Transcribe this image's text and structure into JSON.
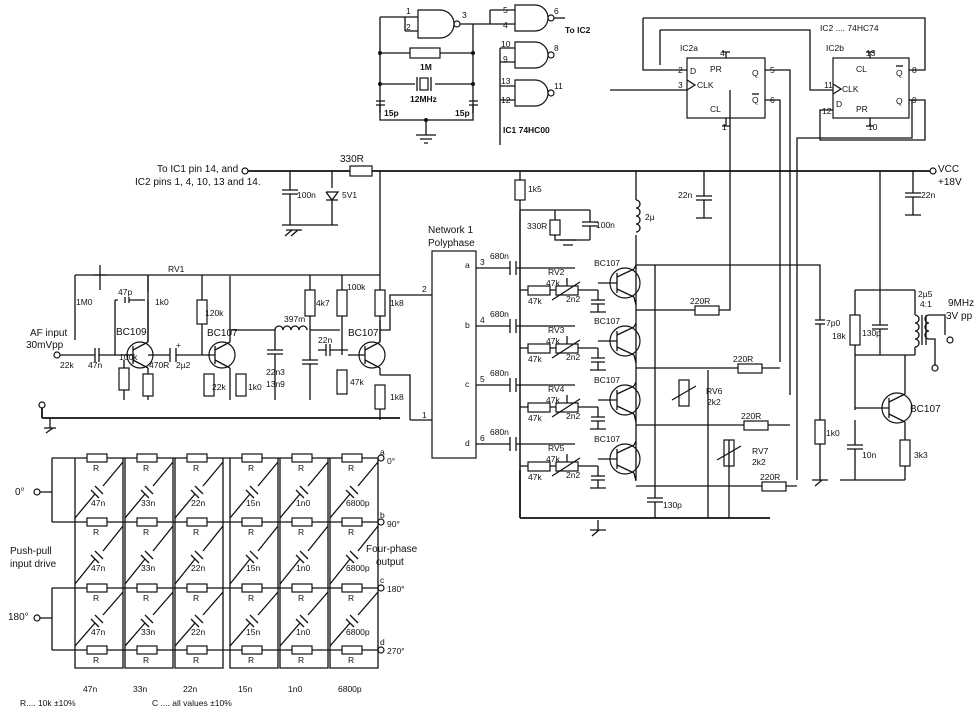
{
  "osc": {
    "ic1_label": "IC1 74HC00",
    "pin1": "1",
    "pin2": "2",
    "pin3": "3",
    "pin4": "4",
    "pin5": "5",
    "pin6": "6",
    "pin8": "8",
    "pin9": "9",
    "pin10": "10",
    "pin11": "11",
    "pin12": "12",
    "pin13": "13",
    "to_ic2": "To IC2",
    "r_fb": "1M",
    "xtal": "12MHz",
    "c1": "15p",
    "c2": "15p"
  },
  "divider": {
    "title": "IC2 .... 74HC74",
    "ic2a": "IC2a",
    "ic2b": "IC2b",
    "pr": "PR",
    "clk": "CLK",
    "cl": "CL",
    "d": "D",
    "q": "Q",
    "qbar": "Q",
    "a_pin2": "2",
    "a_pin3": "3",
    "a_pin4": "4",
    "a_pin1": "1",
    "a_pin5": "5",
    "a_pin6": "6",
    "b_pin13": "13",
    "b_pin11": "11",
    "b_pin12": "12",
    "b_pin10": "10",
    "b_pin8": "8",
    "b_pin9": "9"
  },
  "supply": {
    "note_line1": "To IC1 pin 14, and",
    "note_line2": "IC2 pins 1, 4, 10, 13 and 14.",
    "r_series": "330R",
    "c_dec": "100n",
    "zener": "5V1",
    "vcc": "VCC",
    "vcc_value": "+18V",
    "c_right": "22n",
    "c_mid": "22n",
    "r_1k5": "1k5",
    "r_330": "330R",
    "c_100n": "100n",
    "l_2u5": "2µ"
  },
  "af": {
    "input_label": "AF input",
    "input_level": "30mVpp",
    "r22k_in": "22k",
    "c47n_in": "47n",
    "q1": "BC109",
    "pot1": "1M0",
    "c47p": "47p",
    "rv1": "RV1",
    "r1k0_a": "1k0",
    "r100k_a": "100k",
    "r470": "470R",
    "c2u2": "2µ2",
    "plus": "+",
    "q2": "BC107",
    "r120k": "120k",
    "r22k_b": "22k",
    "r1k0_b": "1k0",
    "l397": "397m",
    "c22n3": "22n3",
    "c13n9": "13n9",
    "r4k7": "4k7",
    "r100k_b": "100k",
    "c22n": "22n",
    "q3": "BC107",
    "r47k": "47k",
    "r1k8_a": "1k8",
    "r1k8_b": "1k8",
    "node2": "2",
    "node1": "1"
  },
  "network_box": {
    "title_line1": "Network 1",
    "title_line2": "Polyphase",
    "port_a": "a",
    "port_b": "b",
    "port_c": "c",
    "port_d": "d"
  },
  "phases": [
    {
      "pin": "3",
      "cap": "680n",
      "rv": "RV2",
      "r": "47k",
      "rp": "47k",
      "c": "2n2",
      "q": "BC107"
    },
    {
      "pin": "4",
      "cap": "680n",
      "rv": "RV3",
      "r": "47k",
      "rp": "47k",
      "c": "2n2",
      "q": "BC107"
    },
    {
      "pin": "5",
      "cap": "680n",
      "rv": "RV4",
      "r": "47k",
      "rp": "47k",
      "c": "2n2",
      "q": "BC107"
    },
    {
      "pin": "6",
      "cap": "680n",
      "rv": "RV5",
      "r": "47k",
      "rp": "47k",
      "c": "2n2",
      "q": "BC107"
    }
  ],
  "mixer": {
    "r220_1": "220R",
    "r220_2": "220R",
    "r220_3": "220R",
    "r220_4": "220R",
    "rv6": "RV6",
    "rv6_v": "2k2",
    "rv7": "RV7",
    "rv7_v": "2k2",
    "c130p_a": "130p"
  },
  "output": {
    "c7p0": "7p0",
    "r18k": "18k",
    "c130p": "130p",
    "l_ind": "2µ5",
    "l_ratio": "4:1",
    "freq": "9MHz",
    "level": "3V pp",
    "r1k0": "1k0",
    "c10n": "10n",
    "r3k3": "3k3",
    "q": "BC107"
  },
  "polyphase": {
    "r": "R",
    "caps": [
      "47n",
      "33n",
      "22n",
      "15n",
      "1n0",
      "6800p"
    ],
    "in_0": "0°",
    "in_180": "180°",
    "push_1": "Push-pull",
    "push_2": "input drive",
    "four_1": "Four-phase",
    "four_2": "output",
    "out_a": "a",
    "out_a_deg": "0°",
    "out_b": "b",
    "out_b_deg": "90°",
    "out_c": "c",
    "out_c_deg": "180°",
    "out_d": "d",
    "out_d_deg": "270°",
    "note_r": "R.... 10k  ±10%",
    "note_c": "C .... all values ±10%"
  }
}
